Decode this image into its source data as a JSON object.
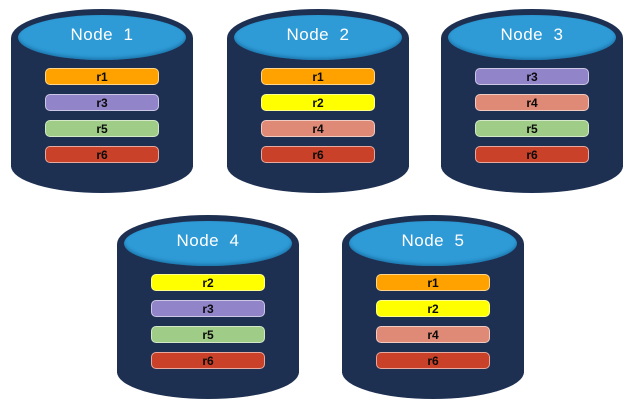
{
  "diagram": {
    "title": "database-nodes-replica-placement",
    "colors": {
      "cylinder_body": "#1E3052",
      "cylinder_top": "#2E9BD6",
      "bar_text": "#0A0A0A",
      "node_label_text": "#FFFFFF",
      "replica_r1": "#FFA200",
      "replica_r2": "#FFFF00",
      "replica_r3": "#9184C8",
      "replica_r4": "#DF8A76",
      "replica_r5": "#9FCC86",
      "replica_r6": "#C94128"
    },
    "nodes": [
      {
        "label": "Node  1",
        "replicas": [
          {
            "id": "r1",
            "color": "#FFA200"
          },
          {
            "id": "r3",
            "color": "#9184C8"
          },
          {
            "id": "r5",
            "color": "#9FCC86"
          },
          {
            "id": "r6",
            "color": "#C94128"
          }
        ]
      },
      {
        "label": "Node  2",
        "replicas": [
          {
            "id": "r1",
            "color": "#FFA200"
          },
          {
            "id": "r2",
            "color": "#FFFF00"
          },
          {
            "id": "r4",
            "color": "#DF8A76"
          },
          {
            "id": "r6",
            "color": "#C94128"
          }
        ]
      },
      {
        "label": "Node  3",
        "replicas": [
          {
            "id": "r3",
            "color": "#9184C8"
          },
          {
            "id": "r4",
            "color": "#DF8A76"
          },
          {
            "id": "r5",
            "color": "#9FCC86"
          },
          {
            "id": "r6",
            "color": "#C94128"
          }
        ]
      },
      {
        "label": "Node  4",
        "replicas": [
          {
            "id": "r2",
            "color": "#FFFF00"
          },
          {
            "id": "r3",
            "color": "#9184C8"
          },
          {
            "id": "r5",
            "color": "#9FCC86"
          },
          {
            "id": "r6",
            "color": "#C94128"
          }
        ]
      },
      {
        "label": "Node  5",
        "replicas": [
          {
            "id": "r1",
            "color": "#FFA200"
          },
          {
            "id": "r2",
            "color": "#FFFF00"
          },
          {
            "id": "r4",
            "color": "#DF8A76"
          },
          {
            "id": "r6",
            "color": "#C94128"
          }
        ]
      }
    ]
  }
}
